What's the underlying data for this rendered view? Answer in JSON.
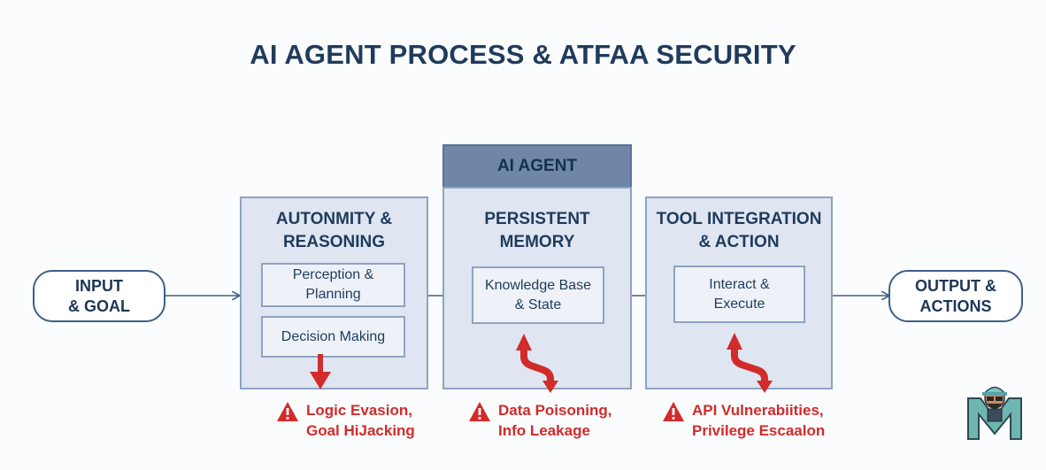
{
  "title": "AI AGENT PROCESS & ATFAA SECURITY",
  "input": {
    "line1": "INPUT",
    "line2": "& GOAL"
  },
  "output": {
    "line1": "OUTPUT &",
    "line2": "ACTIONS"
  },
  "agent_label": "AI AGENT",
  "panels": [
    {
      "title_line1": "AUTONMITY &",
      "title_line2": "REASONING",
      "boxes": [
        {
          "line1": "Perception &",
          "line2": "Planning"
        },
        {
          "line1": "Decision Making",
          "line2": ""
        }
      ]
    },
    {
      "title_line1": "PERSISTENT",
      "title_line2": "MEMORY",
      "boxes": [
        {
          "line1": "Knowledge Base",
          "line2": "& State"
        }
      ]
    },
    {
      "title_line1": "TOOL INTEGRATION",
      "title_line2": "& ACTION",
      "boxes": [
        {
          "line1": "Interact &",
          "line2": "Execute"
        }
      ]
    }
  ],
  "threats": [
    {
      "line1": "Logic Evasion,",
      "line2": "Goal HiJacking"
    },
    {
      "line1": "Data Poisoning,",
      "line2": "Info Leakage"
    },
    {
      "line1": "API Vulnerabiities,",
      "line2": "Privilege Escaalon"
    }
  ],
  "colors": {
    "title": "#1f3b5c",
    "panel_fill": "#dfe6f1",
    "panel_border": "#8ea3c2",
    "agent_header": "#6f86a8",
    "threat_red": "#d12b2b"
  }
}
